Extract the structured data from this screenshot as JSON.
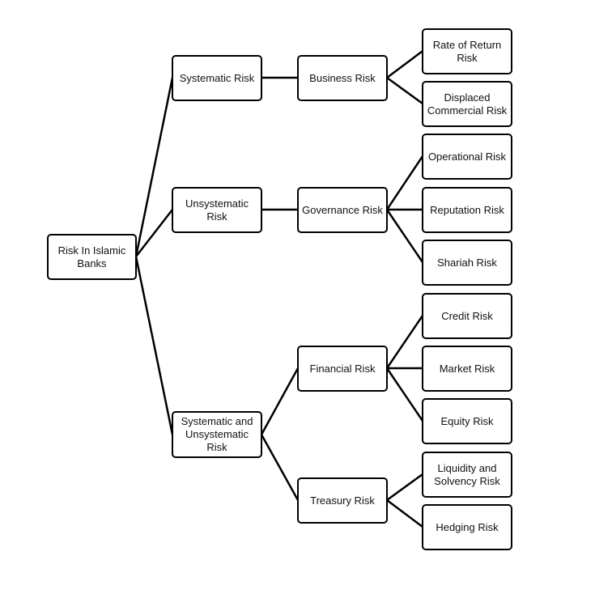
{
  "diagram": {
    "root": "Risk In Islamic\nBanks",
    "level1": {
      "systematic": "Systematic Risk",
      "unsystematic": "Unsystematic\nRisk",
      "both": "Systematic and\nUnsystematic\nRisk"
    },
    "level2": {
      "business": "Business Risk",
      "governance": "Governance Risk",
      "financial": "Financial Risk",
      "treasury": "Treasury Risk"
    },
    "level3": {
      "rate_of_return": "Rate of Return\nRisk",
      "displaced_commercial": "Displaced\nCommercial Risk",
      "operational": "Operational Risk",
      "reputation": "Reputation Risk",
      "shariah": "Shariah Risk",
      "credit": "Credit Risk",
      "market": "Market Risk",
      "equity": "Equity Risk",
      "liquidity_solvency": "Liquidity and\nSolvency Risk",
      "hedging": "Hedging Risk"
    }
  }
}
